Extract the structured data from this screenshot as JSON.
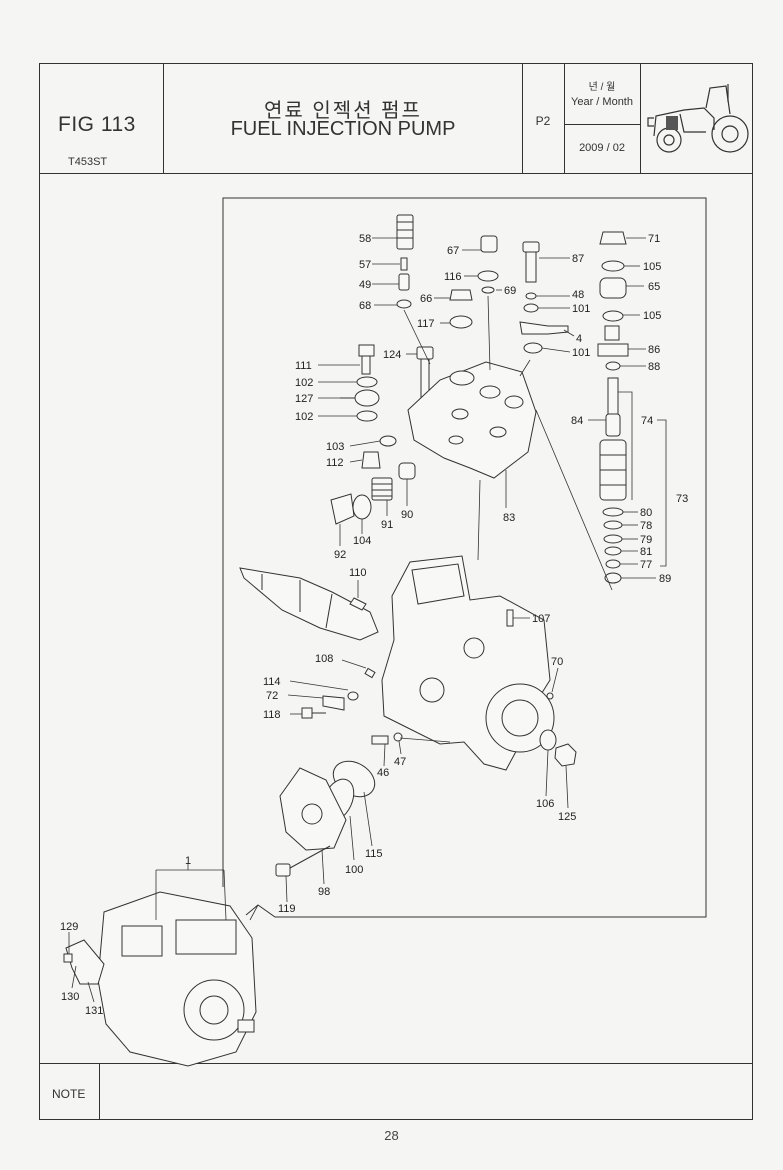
{
  "header": {
    "fig_no": "FIG 113",
    "model": "T453ST",
    "title_ko": "연료 인젝션 펌프",
    "title_en": "FUEL INJECTION PUMP",
    "page_code": "P2",
    "year_month_ko": "년 / 월",
    "year_month_en": "Year / Month",
    "date": "2009 / 02"
  },
  "footer": {
    "note_label": "NOTE",
    "page_number": "28"
  },
  "icons": {
    "tractor": "tractor-icon"
  },
  "parts": [
    {
      "no": "58"
    },
    {
      "no": "57"
    },
    {
      "no": "49"
    },
    {
      "no": "68"
    },
    {
      "no": "67"
    },
    {
      "no": "116"
    },
    {
      "no": "69"
    },
    {
      "no": "66"
    },
    {
      "no": "117"
    },
    {
      "no": "87"
    },
    {
      "no": "48"
    },
    {
      "no": "101"
    },
    {
      "no": "4"
    },
    {
      "no": "101"
    },
    {
      "no": "71"
    },
    {
      "no": "105"
    },
    {
      "no": "65"
    },
    {
      "no": "105"
    },
    {
      "no": "86"
    },
    {
      "no": "88"
    },
    {
      "no": "84"
    },
    {
      "no": "74"
    },
    {
      "no": "73"
    },
    {
      "no": "80"
    },
    {
      "no": "78"
    },
    {
      "no": "79"
    },
    {
      "no": "81"
    },
    {
      "no": "77"
    },
    {
      "no": "89"
    },
    {
      "no": "111"
    },
    {
      "no": "102"
    },
    {
      "no": "127"
    },
    {
      "no": "102"
    },
    {
      "no": "124"
    },
    {
      "no": "103"
    },
    {
      "no": "112"
    },
    {
      "no": "91"
    },
    {
      "no": "90"
    },
    {
      "no": "104"
    },
    {
      "no": "92"
    },
    {
      "no": "83"
    },
    {
      "no": "110"
    },
    {
      "no": "107"
    },
    {
      "no": "108"
    },
    {
      "no": "70"
    },
    {
      "no": "114"
    },
    {
      "no": "72"
    },
    {
      "no": "118"
    },
    {
      "no": "46"
    },
    {
      "no": "47"
    },
    {
      "no": "106"
    },
    {
      "no": "125"
    },
    {
      "no": "100"
    },
    {
      "no": "115"
    },
    {
      "no": "98"
    },
    {
      "no": "119"
    },
    {
      "no": "1"
    },
    {
      "no": "129"
    },
    {
      "no": "130"
    },
    {
      "no": "131"
    }
  ]
}
